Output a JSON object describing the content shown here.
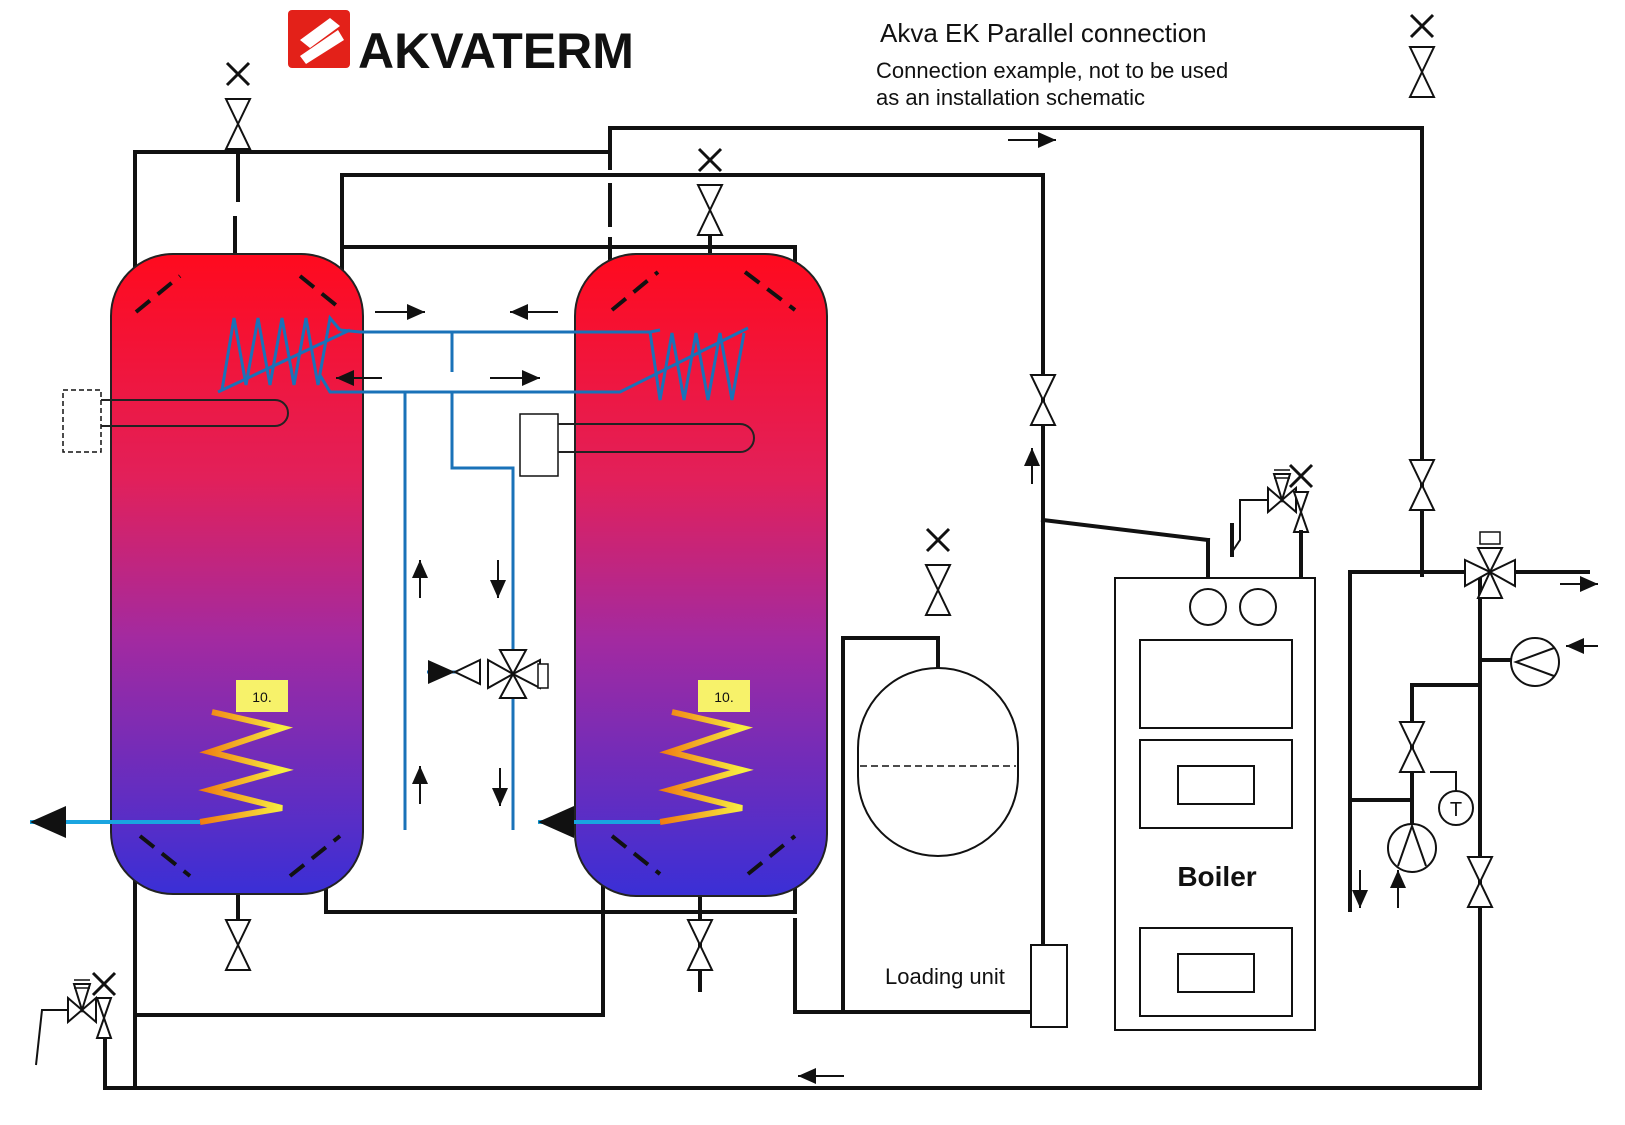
{
  "logo": {
    "text": "AKVATERM",
    "color": "#e32119"
  },
  "header": {
    "title": "Akva EK Parallel connection",
    "note_line1": "Connection example, not to be used",
    "note_line2": "as an installation schematic"
  },
  "tanks": [
    {
      "coil_badge": "10.",
      "top_color": "#ff0a1e",
      "bottom_color": "#3a2fd6"
    },
    {
      "coil_badge": "10.",
      "top_color": "#ff0a1e",
      "bottom_color": "#3a2fd6"
    }
  ],
  "boiler": {
    "label": "Boiler"
  },
  "loading_unit": {
    "label": "Loading unit"
  },
  "thermostat": {
    "symbol": "T"
  },
  "colors": {
    "pipe": "#111111",
    "heat_exchanger_pipe": "#1a72b8",
    "cold_water": "#1aa5e0",
    "hot_water": "#e8502a",
    "coil": "#f2b820",
    "badge": "#f7f26a"
  },
  "icons": [
    "valve-icon",
    "air-vent-icon",
    "safety-valve-icon",
    "three-way-valve-icon",
    "pump-icon",
    "check-valve-icon",
    "thermometer-icon",
    "expansion-vessel-icon"
  ]
}
